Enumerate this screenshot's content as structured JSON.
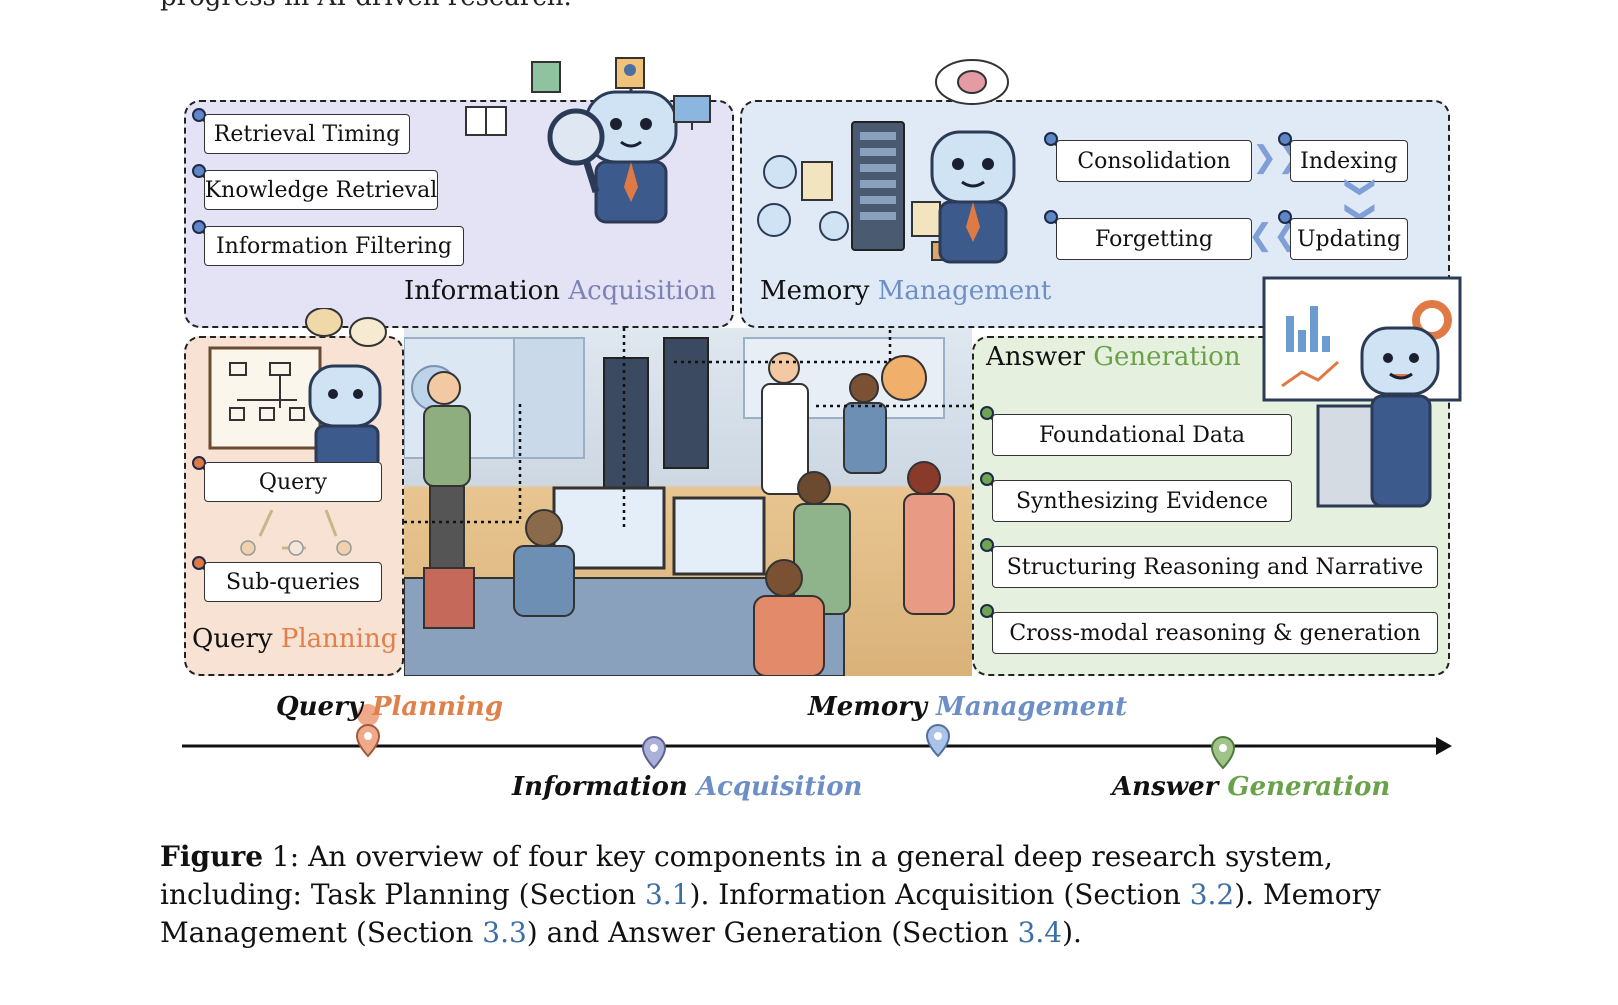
{
  "top_text": "progress in AI-driven research.",
  "info_panel": {
    "title_dark": "Information",
    "title_accent": "Acquisition",
    "items": [
      "Retrieval Timing",
      "Knowledge Retrieval",
      "Information Filtering"
    ]
  },
  "mem_panel": {
    "title_dark": "Memory",
    "title_accent": "Management",
    "items": [
      "Consolidation",
      "Indexing",
      "Forgetting",
      "Updating"
    ]
  },
  "query_panel": {
    "title_dark": "Query",
    "title_accent": "Planning",
    "items": [
      "Query",
      "Sub-queries"
    ]
  },
  "ans_panel": {
    "title_dark": "Answer",
    "title_accent": "Generation",
    "items": [
      "Foundational Data",
      "Synthesizing Evidence",
      "Structuring Reasoning and Narrative",
      "Cross-modal reasoning & generation"
    ]
  },
  "timeline": {
    "query": {
      "dark": "Query",
      "accent": "Planning"
    },
    "info": {
      "dark": "Information",
      "accent": "Acquisition"
    },
    "mem": {
      "dark": "Memory",
      "accent": "Management"
    },
    "ans": {
      "dark": "Answer",
      "accent": "Generation"
    }
  },
  "caption": {
    "label": "Figure",
    "t1": " 1: An overview of four key components in a general deep research system, including: Task Planning (Section ",
    "r1": "3.1",
    "t2": "). Information Acquisition (Section ",
    "r2": "3.2",
    "t3": "). Memory Management (Section ",
    "r3": "3.3",
    "t4": ") and Answer Generation (Section ",
    "r4": "3.4",
    "t5": ")."
  },
  "colors": {
    "orange": "#e0804a",
    "blue": "#6c8fc7",
    "green": "#6aa24a",
    "purple": "#7c83b5"
  },
  "icons": [
    "robot-icon",
    "magnifier-icon",
    "brain-cloud-icon",
    "server-icon",
    "chart-screen-icon",
    "flowchart-board-icon",
    "location-pin-icon"
  ]
}
